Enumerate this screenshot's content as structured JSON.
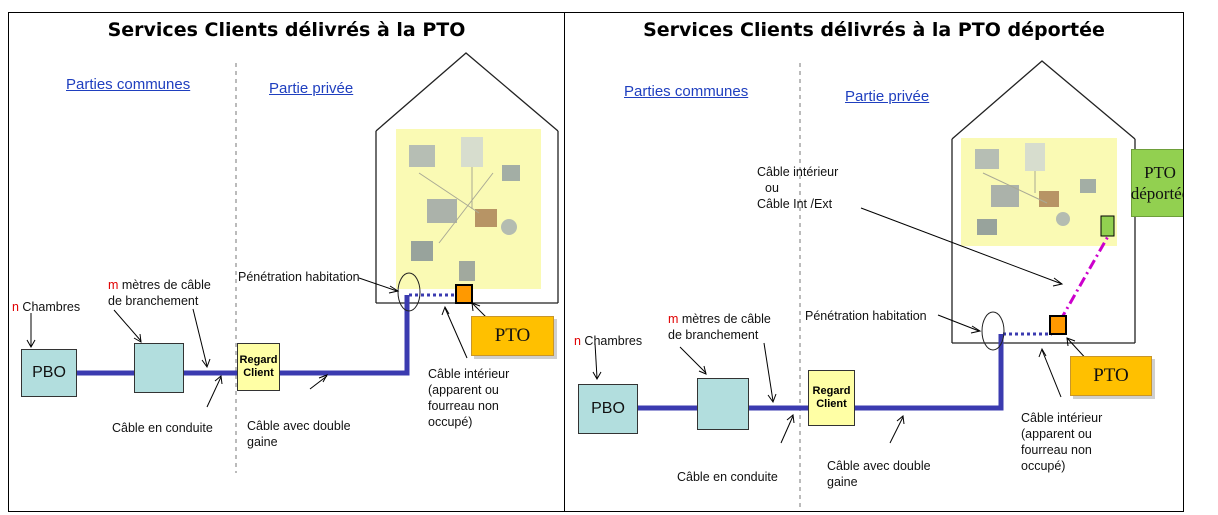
{
  "left": {
    "title": "Services Clients délivrés à la PTO",
    "zone_common": "Parties communes",
    "zone_private": "Partie privée",
    "chambres_n": "n",
    "chambres": " Chambres",
    "metres_m": "m",
    "metres_line1": " mètres de câble",
    "metres_line2": "de branchement",
    "penetration": "Pénétration habitation",
    "pbo": "PBO",
    "regard_line1": "Regard",
    "regard_line2": "Client",
    "pto": "PTO",
    "cable_conduite": "Câble en conduite",
    "cable_double_line1": "Câble avec double",
    "cable_double_line2": "gaine",
    "cable_interieur_lines": [
      "Câble intérieur",
      "(apparent ou",
      "fourreau non",
      "occupé)"
    ]
  },
  "right": {
    "title": "Services Clients délivrés à la PTO déportée",
    "zone_common": "Parties communes",
    "zone_private": "Partie privée",
    "cable_interieur_top_lines": [
      "Câble intérieur",
      "ou",
      "Câble Int /Ext"
    ],
    "pto_deportee_line1": "PTO",
    "pto_deportee_line2": "déportée",
    "chambres_n": "n",
    "chambres": " Chambres",
    "metres_m": "m",
    "metres_line1": " mètres de câble",
    "metres_line2": "de branchement",
    "penetration": "Pénétration habitation",
    "pbo": "PBO",
    "regard_line1": "Regard",
    "regard_line2": "Client",
    "pto": "PTO",
    "cable_conduite": "Câble en conduite",
    "cable_double_line1": "Câble avec double",
    "cable_double_line2": "gaine",
    "cable_interieur_lines": [
      "Câble intérieur",
      "(apparent ou",
      "fourreau non",
      "occupé)"
    ]
  },
  "colors": {
    "cable": "#3b3bb0",
    "zone_link": "#1f3fbf",
    "pbo_fill": "#b2dede",
    "regard_fill": "#ffffa5",
    "pto_fill": "#ffc000",
    "pto_deportee_fill": "#92d050",
    "network_photo": "#fafab4",
    "dashdot_cable": "#cc00cc"
  }
}
